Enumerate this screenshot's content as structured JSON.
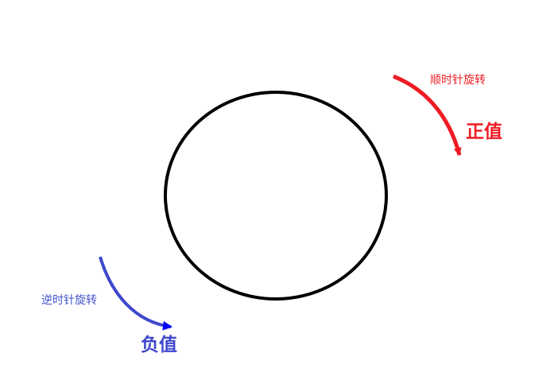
{
  "clockwise": {
    "caption": "顺时针旋转",
    "value_label": "正值",
    "color": "#ee1c24"
  },
  "counterclockwise": {
    "caption": "逆时针旋转",
    "value_label": "负值",
    "caption_color": "#4455cc",
    "value_color": "#3f48cc",
    "arrow_shaft_color": "#3f48cc",
    "arrow_head_color": "#0000ff"
  },
  "circle": {
    "stroke_color": "#000000"
  }
}
